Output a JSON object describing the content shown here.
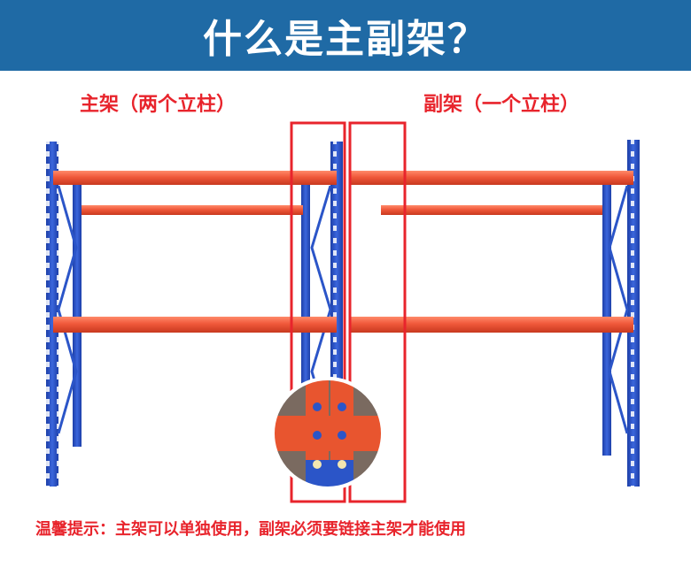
{
  "banner": {
    "title": "什么是主副架？"
  },
  "labels": {
    "main_frame": "主架（两个立柱）",
    "sub_frame": "副架（一个立柱）"
  },
  "tip": {
    "text": "温馨提示：主架可以单独使用，副架必须要链接主架才能使用"
  },
  "colors": {
    "banner_bg": "#1f6aa5",
    "accent_red": "#e8242c",
    "beam_orange": "#f0583a",
    "upright_blue": "#2b55c8"
  }
}
